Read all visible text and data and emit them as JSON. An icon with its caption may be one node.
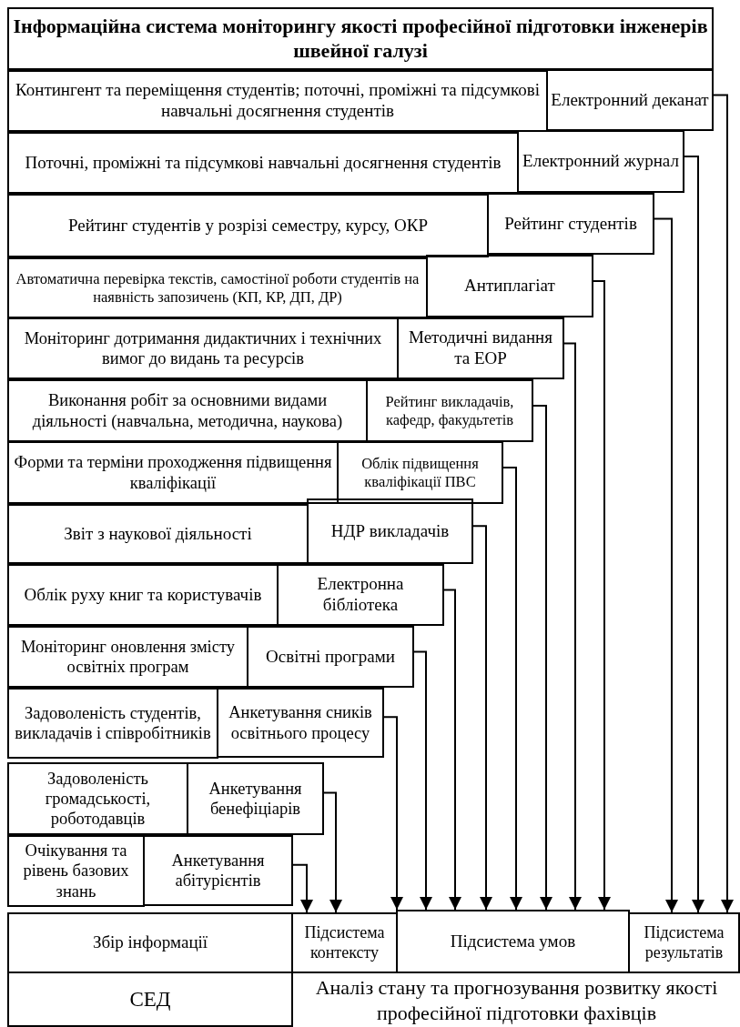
{
  "diagram": {
    "nodes": [
      {
        "text": [
          "Інформаційна система моніторингу якості професійної підготовки інженерів швейної галузі"
        ]
      },
      {
        "text": [
          "Контингент та переміщення студентів; поточні, проміжні та підсумкові навчальні досягнення студентів"
        ]
      },
      {
        "text": [
          "Електронний деканат"
        ]
      },
      {
        "text": [
          "Поточні, проміжні та підсумкові навчальні досягнення студентів"
        ]
      },
      {
        "text": [
          "Електронний журнал"
        ]
      },
      {
        "text": [
          "Рейтинг студентів у розрізі семестру, курсу, ОКР"
        ]
      },
      {
        "text": [
          "Рейтинг студентів"
        ]
      },
      {
        "text": [
          "Автоматична перевірка текстів, самостіної роботи студентів на наявність запозичень (КП, КР, ДП, ДР)"
        ]
      },
      {
        "text": [
          "Антиплагіат"
        ]
      },
      {
        "text": [
          "Моніторинг дотримання дидактичних і технічних вимог до видань та ресурсів"
        ]
      },
      {
        "text": [
          "Методичні видання та ЕОР"
        ]
      },
      {
        "text": [
          "Виконання робіт за основними видами діяльності (навчальна, методична, наукова)"
        ]
      },
      {
        "text": [
          "Рейтинг викладачів, кафедр, факудьтетів"
        ]
      },
      {
        "text": [
          "Форми та терміни проходження підвищення кваліфікації"
        ]
      },
      {
        "text": [
          "Облік підвищення кваліфікації ПВС"
        ]
      },
      {
        "text": [
          "Звіт з наукової діяльності"
        ]
      },
      {
        "text": [
          "НДР викладачів"
        ]
      },
      {
        "text": [
          "Облік руху книг та користувачів"
        ]
      },
      {
        "text": [
          "Електронна бібліотека"
        ]
      },
      {
        "text": [
          "Моніторинг оновлення змісту освітніх програм"
        ]
      },
      {
        "text": [
          "Освітні програми"
        ]
      },
      {
        "text": [
          "Задоволеність студентів, викладачів і співробітників"
        ]
      },
      {
        "text": [
          "Анкетування сників освітнього процесу"
        ]
      },
      {
        "text": [
          "Задоволеність громадськості, роботодавців"
        ]
      },
      {
        "text": [
          "Анкетування бенефіціарів"
        ]
      },
      {
        "text": [
          "Очікування та рівень базових знань"
        ]
      },
      {
        "text": [
          "Анкетування абітурієнтів"
        ]
      },
      {
        "text": [
          "Збір інформації"
        ]
      },
      {
        "text": [
          "Підсистема контексту"
        ]
      },
      {
        "text": [
          "Підсистема умов"
        ]
      },
      {
        "text": [
          "Підсистема результатів"
        ]
      },
      {
        "text": [
          "СЕД"
        ]
      }
    ],
    "edges": [
      {
        "from": 2,
        "to": 30,
        "arrow": "to"
      },
      {
        "from": 4,
        "to": 30,
        "arrow": "to"
      },
      {
        "from": 6,
        "to": 30,
        "arrow": "to"
      },
      {
        "from": 8,
        "to": 29,
        "arrow": "to"
      },
      {
        "from": 10,
        "to": 29,
        "arrow": "to"
      },
      {
        "from": 12,
        "to": 29,
        "arrow": "to"
      },
      {
        "from": 14,
        "to": 29,
        "arrow": "to"
      },
      {
        "from": 16,
        "to": 29,
        "arrow": "to"
      },
      {
        "from": 18,
        "to": 29,
        "arrow": "to"
      },
      {
        "from": 20,
        "to": 29,
        "arrow": "to"
      },
      {
        "from": 22,
        "to": 29,
        "arrow": "to"
      },
      {
        "from": 24,
        "to": 28,
        "arrow": "to"
      },
      {
        "from": 26,
        "to": 28,
        "arrow": "to"
      }
    ],
    "labels": [
      "Аналіз стану та прогнозування розвитку якості професійної підготовки фахівців"
    ]
  }
}
